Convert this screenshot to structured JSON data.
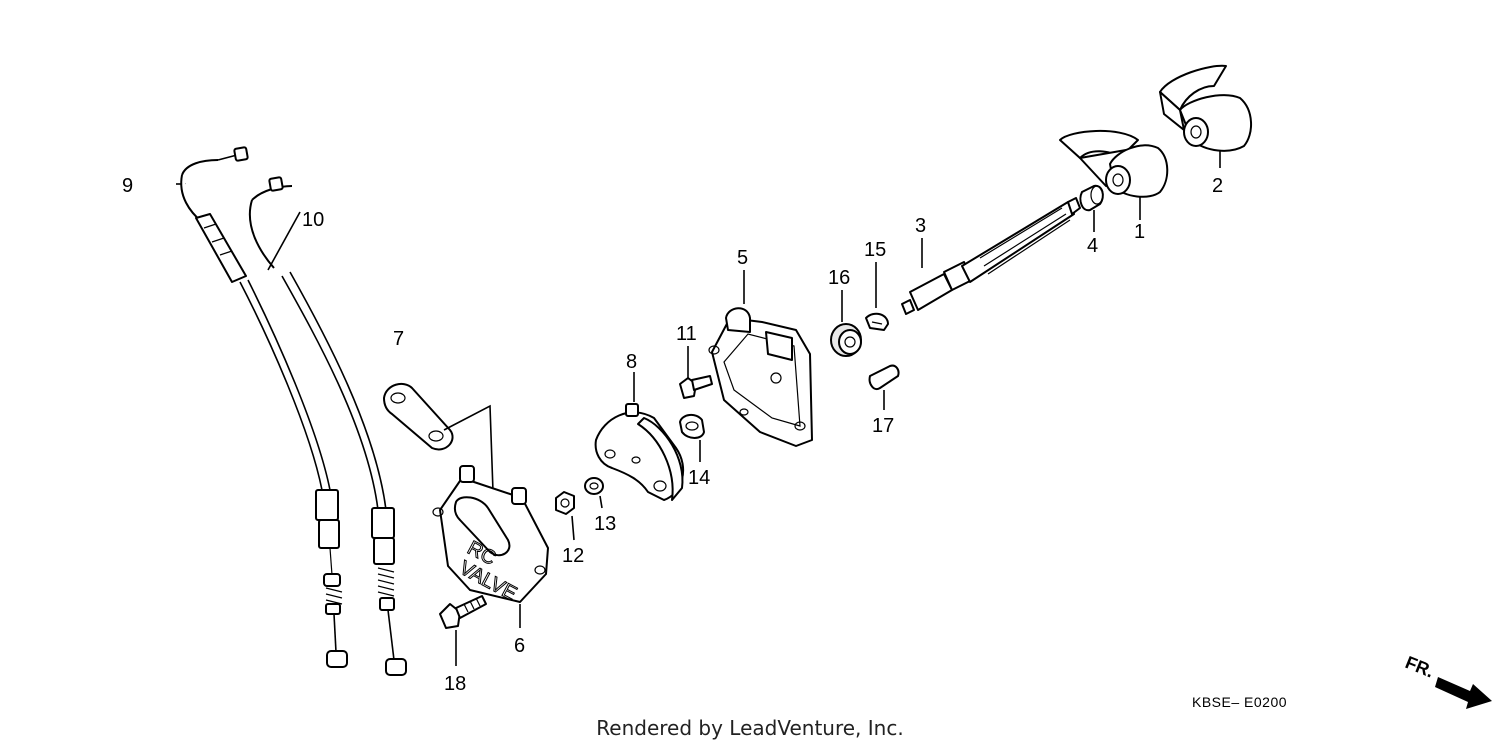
{
  "diagram": {
    "callouts": [
      "1",
      "2",
      "3",
      "4",
      "5",
      "6",
      "7",
      "8",
      "9",
      "10",
      "11",
      "12",
      "13",
      "14",
      "15",
      "16",
      "17",
      "18"
    ],
    "engraving": {
      "line1": "RC",
      "line2": "VALVE"
    },
    "code": "KBSE– E0200",
    "direction_label": "FR.",
    "footer": "Rendered by LeadVenture, Inc."
  }
}
